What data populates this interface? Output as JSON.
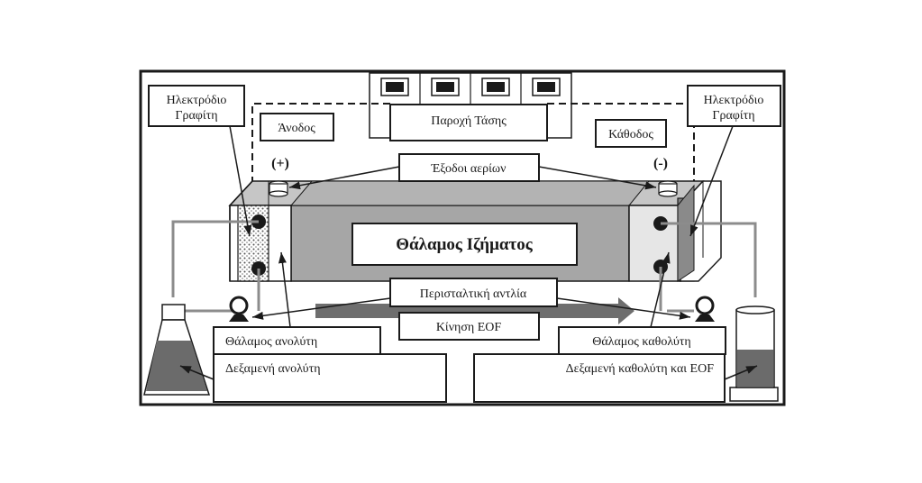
{
  "labels": {
    "electrode_left": [
      "Ηλεκτρόδιο",
      "Γραφίτη"
    ],
    "electrode_right": [
      "Ηλεκτρόδιο",
      "Γραφίτη"
    ],
    "anode": "Άνοδος",
    "cathode": "Κάθοδος",
    "power_supply": "Παροχή Τάσης",
    "plus": "(+)",
    "minus": "(-)",
    "gas_outlets": "Έξοδοι αερίων",
    "sediment_chamber": "Θάλαμος Ιζήματος",
    "peristaltic_pump": "Περισταλτική αντλία",
    "eof_motion": "Κίνηση EOF",
    "anolyte_chamber": "Θάλαμος ανολύτη",
    "anolyte_tank": "Δεξαμενή ανολύτη",
    "catholyte_chamber": "Θάλαμος καθολύτη",
    "catholyte_tank": "Δεξαμενή καθολύτη και EOF"
  },
  "colors": {
    "line": "#1a1a1a",
    "chamber_fill": "#a6a6a6",
    "chamber_top": "#c6c6c6",
    "liquid": "#6b6b6b",
    "pipe": "#8c8c8c",
    "eof_arrow": "#6e6e6e"
  }
}
